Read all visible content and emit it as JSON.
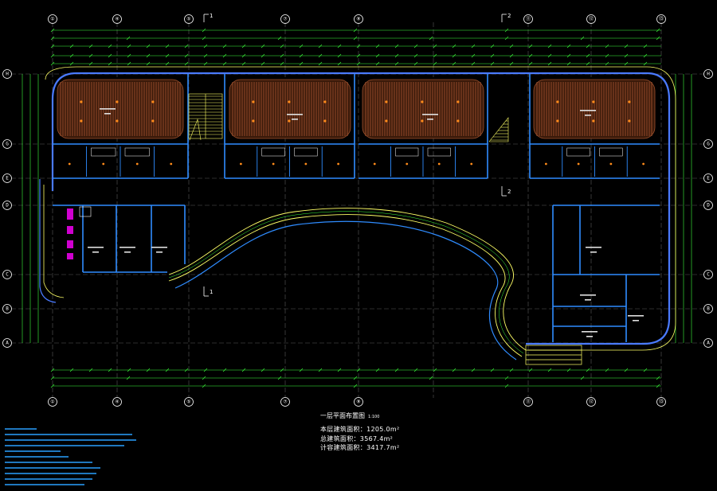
{
  "axes_top": [
    "①",
    "④",
    "⑤",
    "⑦",
    "⑨",
    "⑪",
    "⑫",
    "⑬"
  ],
  "axes_left": [
    "H",
    "G",
    "E",
    "D",
    "C",
    "B",
    "A"
  ],
  "axes_right": [
    "H",
    "G",
    "E",
    "D",
    "C",
    "B",
    "A"
  ],
  "section_marks": [
    "1",
    "2",
    "1",
    "2"
  ],
  "plan_title": "一层平面布置图",
  "plan_scale": "1:100",
  "area_floor_label": "本层建筑面积：1205.0m²",
  "area_total_label": "总建筑面积：3567.4m²",
  "area_calc_label": "计容建筑面积：3417.7m²",
  "colors": {
    "background": "#000000",
    "wall": "#2f8cff",
    "dimension": "#3cff3c",
    "ramp": "#ffff66",
    "floor_wood": "#a0522d",
    "text": "#ffffff"
  }
}
